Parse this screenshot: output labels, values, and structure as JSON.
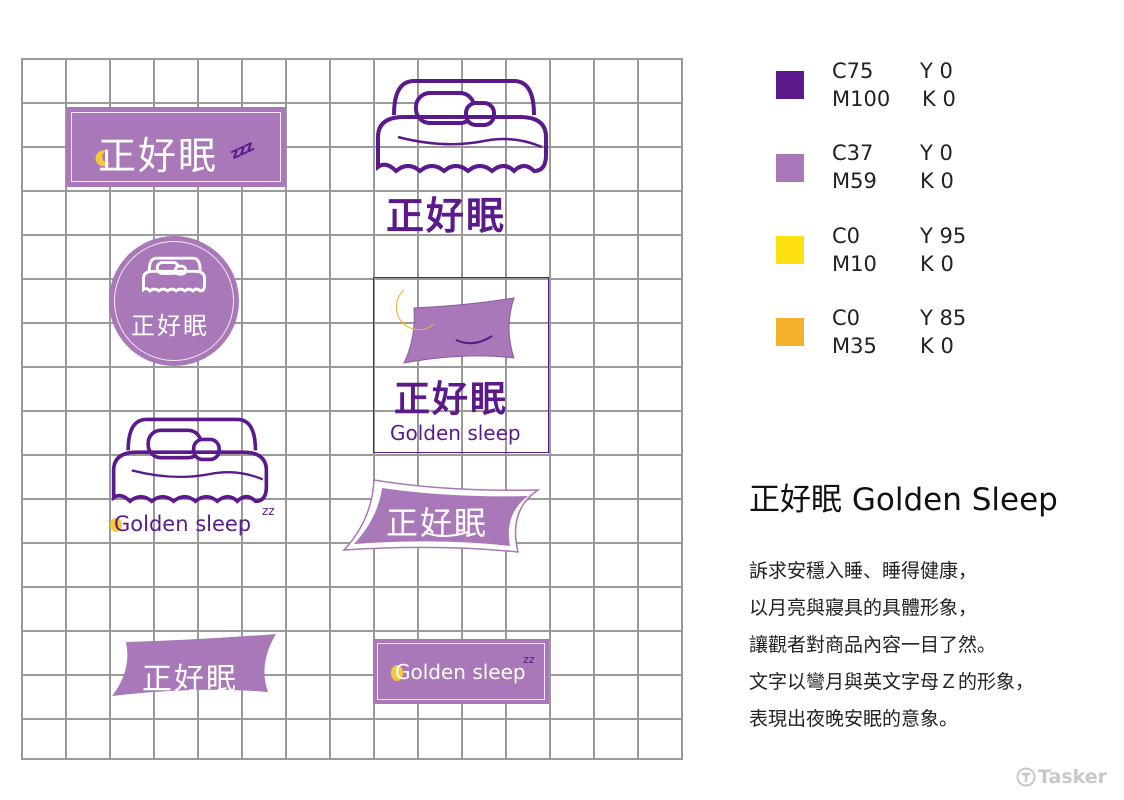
{
  "colors": {
    "dark_purple": "#5b1a8c",
    "light_purple": "#a878b8",
    "yellow": "#fde012",
    "orange": "#f6b12c",
    "grid_line": "#9a9a9a"
  },
  "logos": {
    "banner_cn": {
      "text": "正好眠",
      "zzz": "zzz"
    },
    "bed_cn": {
      "text": "正好眠"
    },
    "circle_cn": {
      "text": "正好眠"
    },
    "pillow_box": {
      "cn": "正好眠",
      "en": "Golden sleep"
    },
    "bed_en": {
      "en": "Golden sleep",
      "zz": "zz"
    },
    "pillow_outline_cn": {
      "text": "正好眠"
    },
    "moon_pillow_cn": {
      "text": "正好眠"
    },
    "banner_en": {
      "en": "Golden sleep",
      "zz": "zz"
    }
  },
  "palette": [
    {
      "c": "C75",
      "m": "M100",
      "y": "Y 0",
      "k": "K 0",
      "hex": "#5b1a8c"
    },
    {
      "c": "C37",
      "m": "M59",
      "y": "Y 0",
      "k": "K 0",
      "hex": "#a878b8"
    },
    {
      "c": "C0",
      "m": "M10",
      "y": "Y 95",
      "k": "K 0",
      "hex": "#fde012"
    },
    {
      "c": "C0",
      "m": "M35",
      "y": "Y 85",
      "k": "K 0",
      "hex": "#f6b12c"
    }
  ],
  "brand": {
    "title": "正好眠 Golden Sleep",
    "description": [
      "訴求安穩入睡、睡得健康，",
      "以月亮與寢具的具體形象，",
      "讓觀者對商品內容一目了然。",
      "文字以彎月與英文字母Ｚ的形象，",
      "表現出夜晚安眠的意象。"
    ]
  },
  "watermark": {
    "text": "Tasker"
  }
}
